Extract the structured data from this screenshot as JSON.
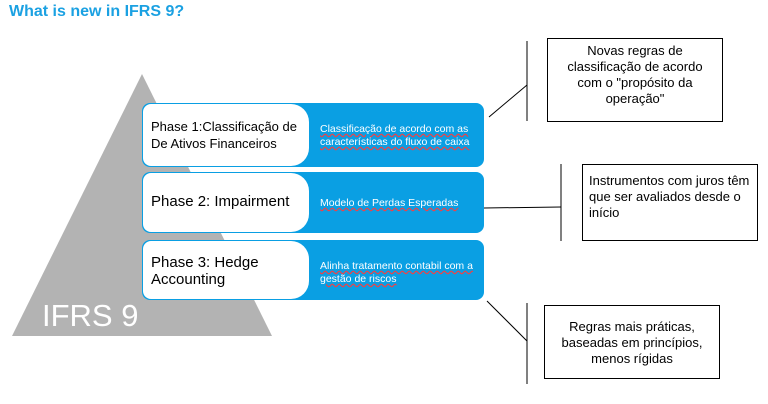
{
  "title": "What is new in IFRS 9?",
  "pyramid_label": "IFRS 9",
  "phases": [
    {
      "title": "Phase 1:Classificação de De Ativos Financeiros",
      "description": "Classificação de acordo com as características do fluxo de caixa"
    },
    {
      "title": "Phase 2: Impairment",
      "description": "Modelo de Perdas Esperadas"
    },
    {
      "title": "Phase 3: Hedge Accounting",
      "description": "Alinha tratamento contabil com a gestão de riscos"
    }
  ],
  "callouts": [
    "Novas regras de classificação de acordo com o \"propósito da operação\"",
    "Instrumentos com juros têm que ser avaliados desde o início",
    "Regras mais práticas, baseadas em princípios, menos rígidas"
  ],
  "colors": {
    "accent": "#0a9fe3",
    "title": "#1ba1e2",
    "pyramid": "#b3b3b3"
  }
}
